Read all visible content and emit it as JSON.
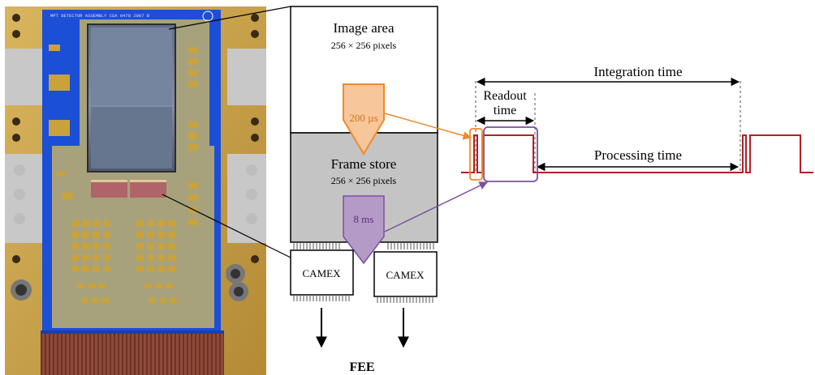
{
  "photo": {
    "board_title": "MPT DETECTOR ASSEMBLY  CSA 0478  2007 B",
    "colors": {
      "metal": "#c9a04a",
      "board": "#1a4fd6",
      "ceramic": "#a7a27c",
      "sensor": "#6d7c94",
      "cable": "#8d4a3a"
    }
  },
  "ccd": {
    "image_area_label": "Image area",
    "image_area_pixels": "256 × 256 pixels",
    "frame_store_label": "Frame store",
    "frame_store_pixels": "256 × 256 pixels",
    "transfer_1": "200 µs",
    "transfer_2": "8 ms",
    "camex_left": "CAMEX",
    "camex_right": "CAMEX",
    "fee_label": "FEE"
  },
  "timing": {
    "integration_label": "Integration time",
    "readout_label_line1": "Readout",
    "readout_label_line2": "time",
    "processing_label": "Processing time",
    "colors": {
      "transfer_orange": "#f08a2c",
      "transfer_purple": "#7d4fa0",
      "signal_red": "#b41f24",
      "frame_store_grey": "#c4c4c4"
    }
  }
}
